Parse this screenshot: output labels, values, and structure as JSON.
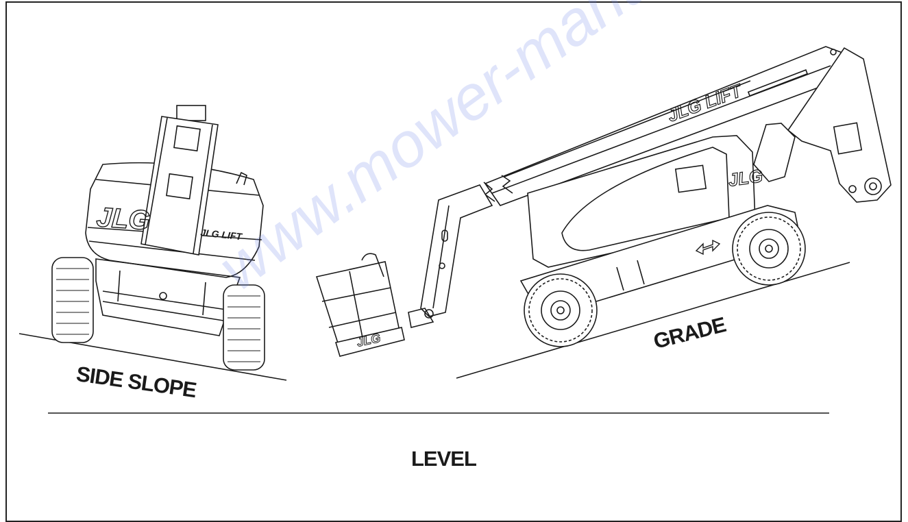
{
  "labels": {
    "side_slope": "SIDE SLOPE",
    "grade": "GRADE",
    "level": "LEVEL"
  },
  "logos": {
    "front_big": "JLG",
    "front_small": "JLG LIFT",
    "boom": "JLG LIFT",
    "turret": "JLG",
    "platform": "JLG"
  },
  "watermark": "www.mower-manual.com"
}
